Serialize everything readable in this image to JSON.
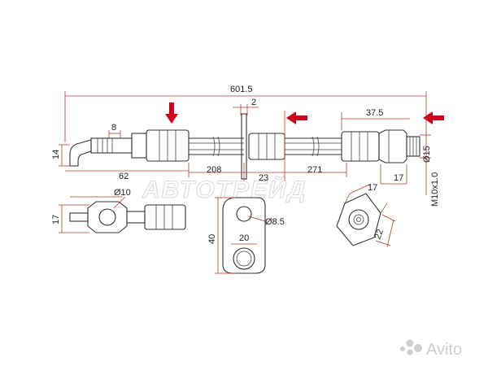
{
  "dimensions": {
    "overall_length": "601.5",
    "bracket_thickness": "2",
    "left_fitting_diam": "8",
    "left_height": "14",
    "left_fitting_length": "62",
    "hose_seg_a": "208",
    "hose_seg_b": "23",
    "hose_seg_c": "271",
    "right_fitting_length": "37.5",
    "right_fitting_diam": "Ø15",
    "right_nut_width": "17",
    "thread_spec": "M10x1.0",
    "eye_hole_diam": "Ø10",
    "eye_height": "17",
    "bracket_height": "40",
    "bracket_hole_spacing": "20",
    "bracket_hole_diam": "Ø8.5",
    "nut_flat": "17",
    "nut_corner": "22"
  },
  "watermark": {
    "brand": "АВТОТРЕЙД",
    "marketplace": "Avito"
  },
  "colors": {
    "arrow": "#d0021b",
    "dimension_line": "#c0392b",
    "part_outline": "#333333"
  }
}
